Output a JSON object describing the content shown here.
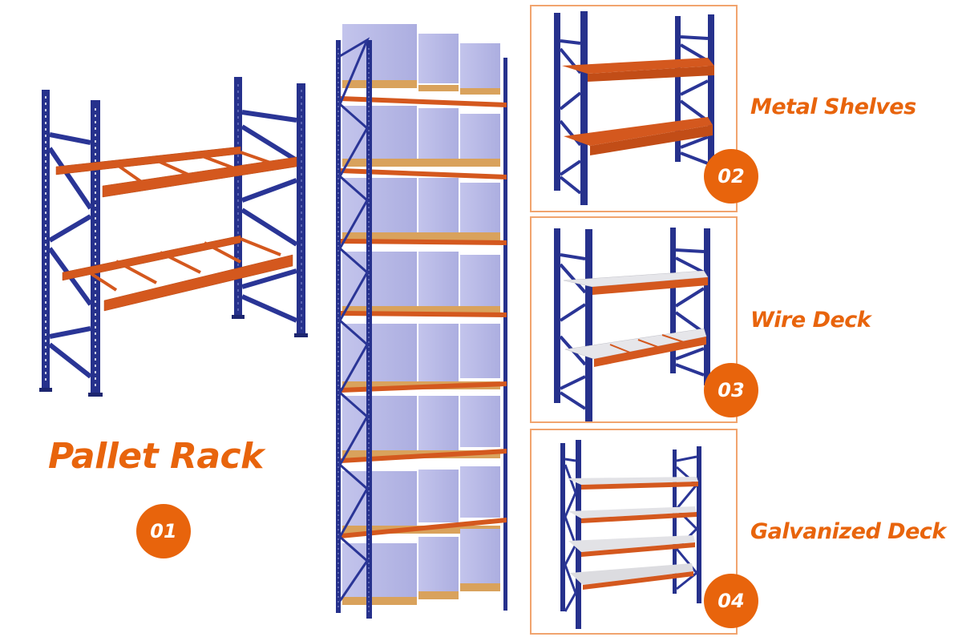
{
  "colors": {
    "accent": "#e8640c",
    "frame_border": "#f1a46e",
    "upright_blue": "#26318c",
    "beam_orange": "#d4581e",
    "box_lavender": "#b8b9e4",
    "pallet_wood": "#d9a25c",
    "deck_gray": "#d8d8dc"
  },
  "main_product": {
    "title": "Pallet Rack",
    "number": "01",
    "levels": 2,
    "beam_style": "open-frame-with-crossbars"
  },
  "center_illustration": {
    "description": "tall-loaded-pallet-rack",
    "levels": 8,
    "columns": 3,
    "load": "boxed-pallets"
  },
  "variants": [
    {
      "number": "02",
      "label": "Metal Shelves",
      "levels": 2,
      "deck": "solid-orange-steel"
    },
    {
      "number": "03",
      "label": "Wire Deck",
      "levels": 2,
      "deck": "wire-mesh"
    },
    {
      "number": "04",
      "label": "Galvanized Deck",
      "levels": 4,
      "deck": "galvanized-steel"
    }
  ]
}
